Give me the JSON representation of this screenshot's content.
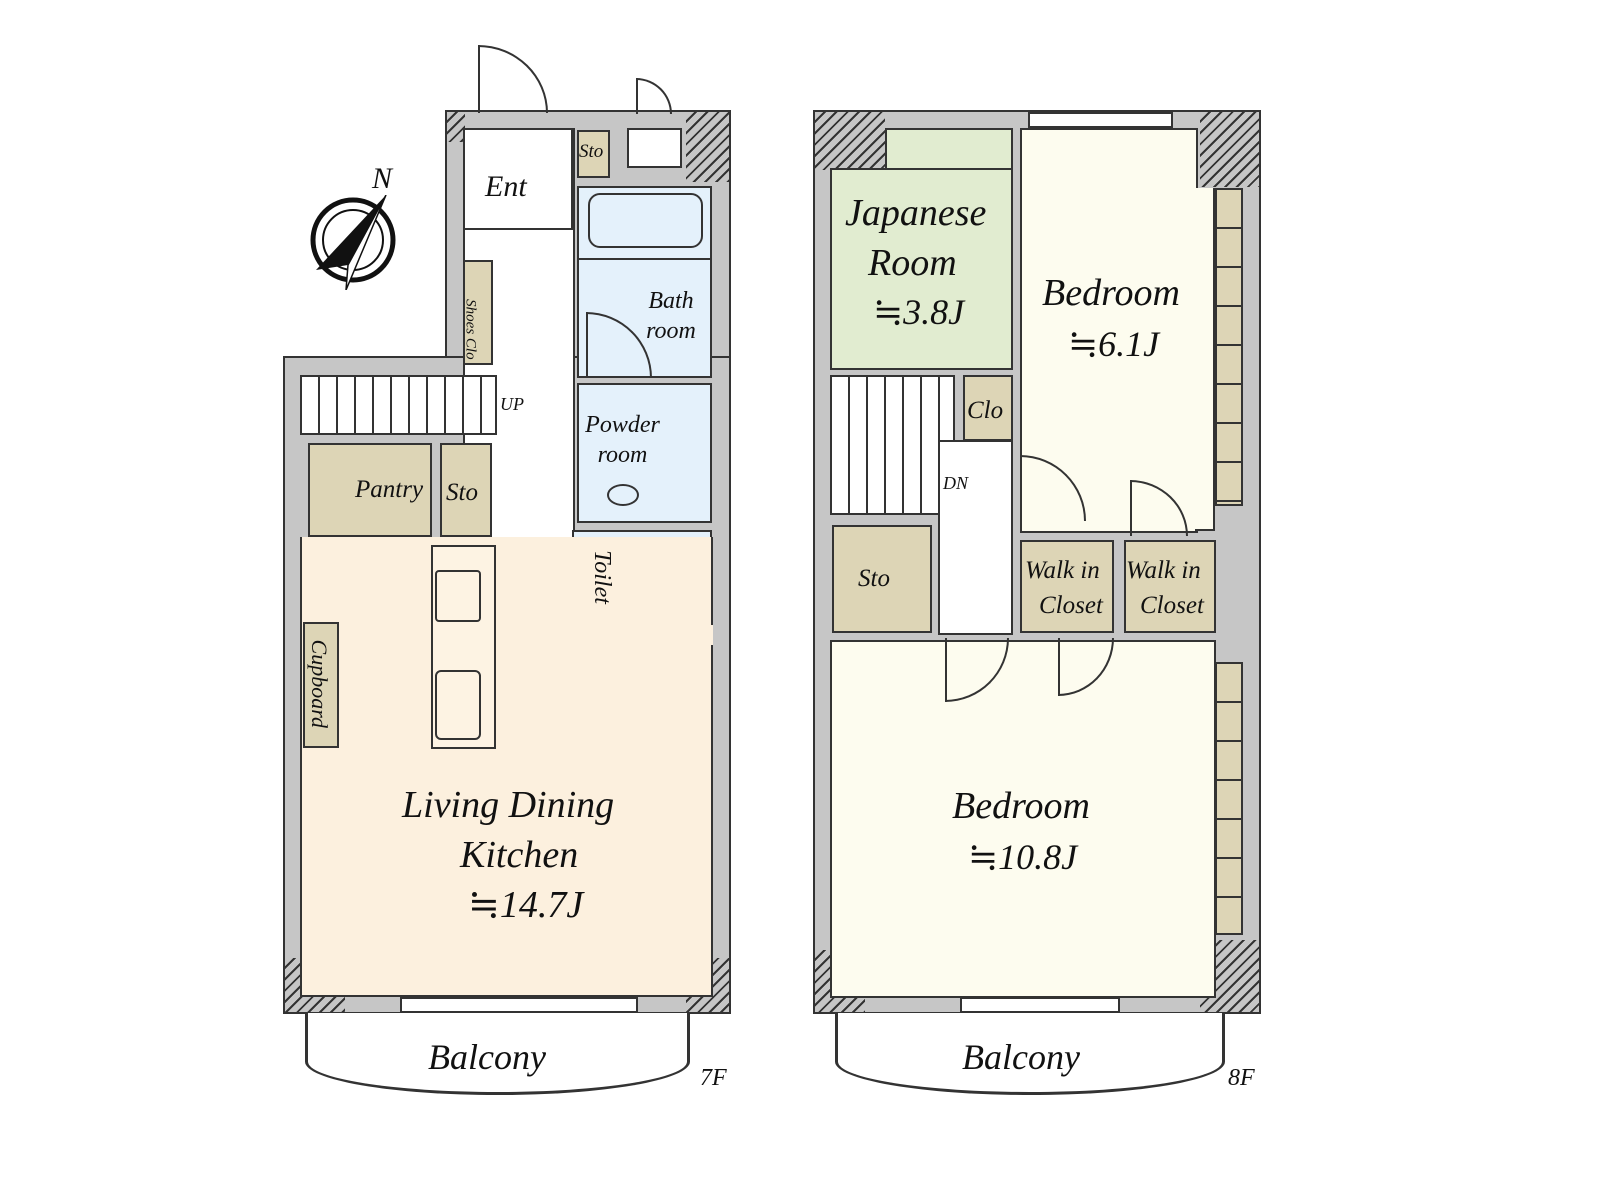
{
  "floor_7f": {
    "label": "7F",
    "entrance": "Ent",
    "storage_small": "Sto",
    "shoes_closet": "Shoes Clo",
    "bathroom": "Bath room",
    "powder_room": "Powder room",
    "toilet": "Toilet",
    "stairs": "UP",
    "pantry": "Pantry",
    "storage": "Sto",
    "cupboard": "Cupboard",
    "ldk": {
      "name_line1": "Living Dining",
      "name_line2": "Kitchen",
      "area": "≒14.7J"
    },
    "balcony": "Balcony"
  },
  "floor_8f": {
    "label": "8F",
    "japanese_room": {
      "name_line1": "Japanese",
      "name_line2": "Room",
      "area": "≒3.8J"
    },
    "bedroom_small": {
      "name": "Bedroom",
      "area": "≒6.1J"
    },
    "closet": "Clo",
    "stairs": "DN",
    "storage": "Sto",
    "wic1": {
      "line1": "Walk in",
      "line2": "Closet"
    },
    "wic2": {
      "line1": "Walk in",
      "line2": "Closet"
    },
    "bedroom_large": {
      "name": "Bedroom",
      "area": "≒10.8J"
    },
    "balcony": "Balcony"
  },
  "compass": {
    "label": "N"
  },
  "colors": {
    "wall": "#c6c6c6",
    "ldk": "#fcf0de",
    "storage": "#ddd5b6",
    "wet": "#e4f1fb",
    "japanese": "#e1ecd0",
    "bedroom": "#fdfcef"
  }
}
